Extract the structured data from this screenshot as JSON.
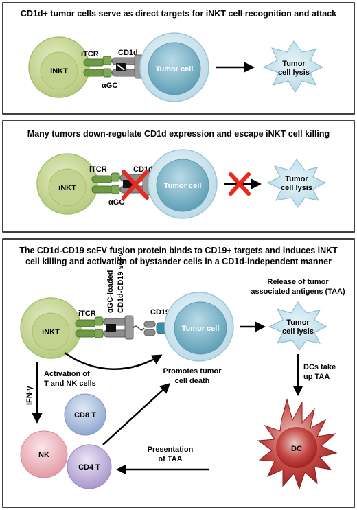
{
  "panels": [
    {
      "title": "CD1d+ tumor cells serve as direct targets for iNKT cell recognition and attack"
    },
    {
      "title": "Many tumors down-regulate CD1d expression and escape iNKT cell killing"
    },
    {
      "title_line1": "The CD1d-CD19 scFV fusion protein binds to CD19+ targets and induces iNKT",
      "title_line2": "cell killing and activation of bystander cells in a CD1d-independent manner"
    }
  ],
  "labels": {
    "inkt": "iNKT",
    "itcr": "iTCR",
    "cd1d": "CD1d",
    "agc": "αGC",
    "tumor_cell": "Tumor cell",
    "lysis_line1": "Tumor",
    "lysis_line2": "cell lysis",
    "agc_loaded_line1": "αGC-loaded",
    "agc_loaded_line2": "CD1d-CD19 scFv",
    "cd19": "CD19",
    "release_line1": "Release of tumor",
    "release_line2": "associated antigens (TAA)",
    "dcs_line1": "DCs take",
    "dcs_line2": "up TAA",
    "promotes_line1": "Promotes tumor",
    "promotes_line2": "cell death",
    "activation_line1": "Activation of",
    "activation_line2": "T and NK cells",
    "ifn": "IFN-γ",
    "cd8": "CD8 T",
    "nk": "NK",
    "cd4": "CD4 T",
    "dc": "DC",
    "presentation_line1": "Presentation",
    "presentation_line2": "of TAA"
  },
  "colors": {
    "inkt_fill": "#c9d89a",
    "tumor_fill": "#8cc0d2",
    "receptor_green": "#6e9a45",
    "cd1d_gray": "#8c8c8c",
    "cd19_teal": "#3c8ea8",
    "lysis_fill": "#c6e4ef",
    "dc_fill": "#b02a2a",
    "cd8_fill": "#9bb4d6",
    "nk_fill": "#e9a7b0",
    "cd4_fill": "#b7a7d4",
    "cross_red": "#e8291c"
  }
}
